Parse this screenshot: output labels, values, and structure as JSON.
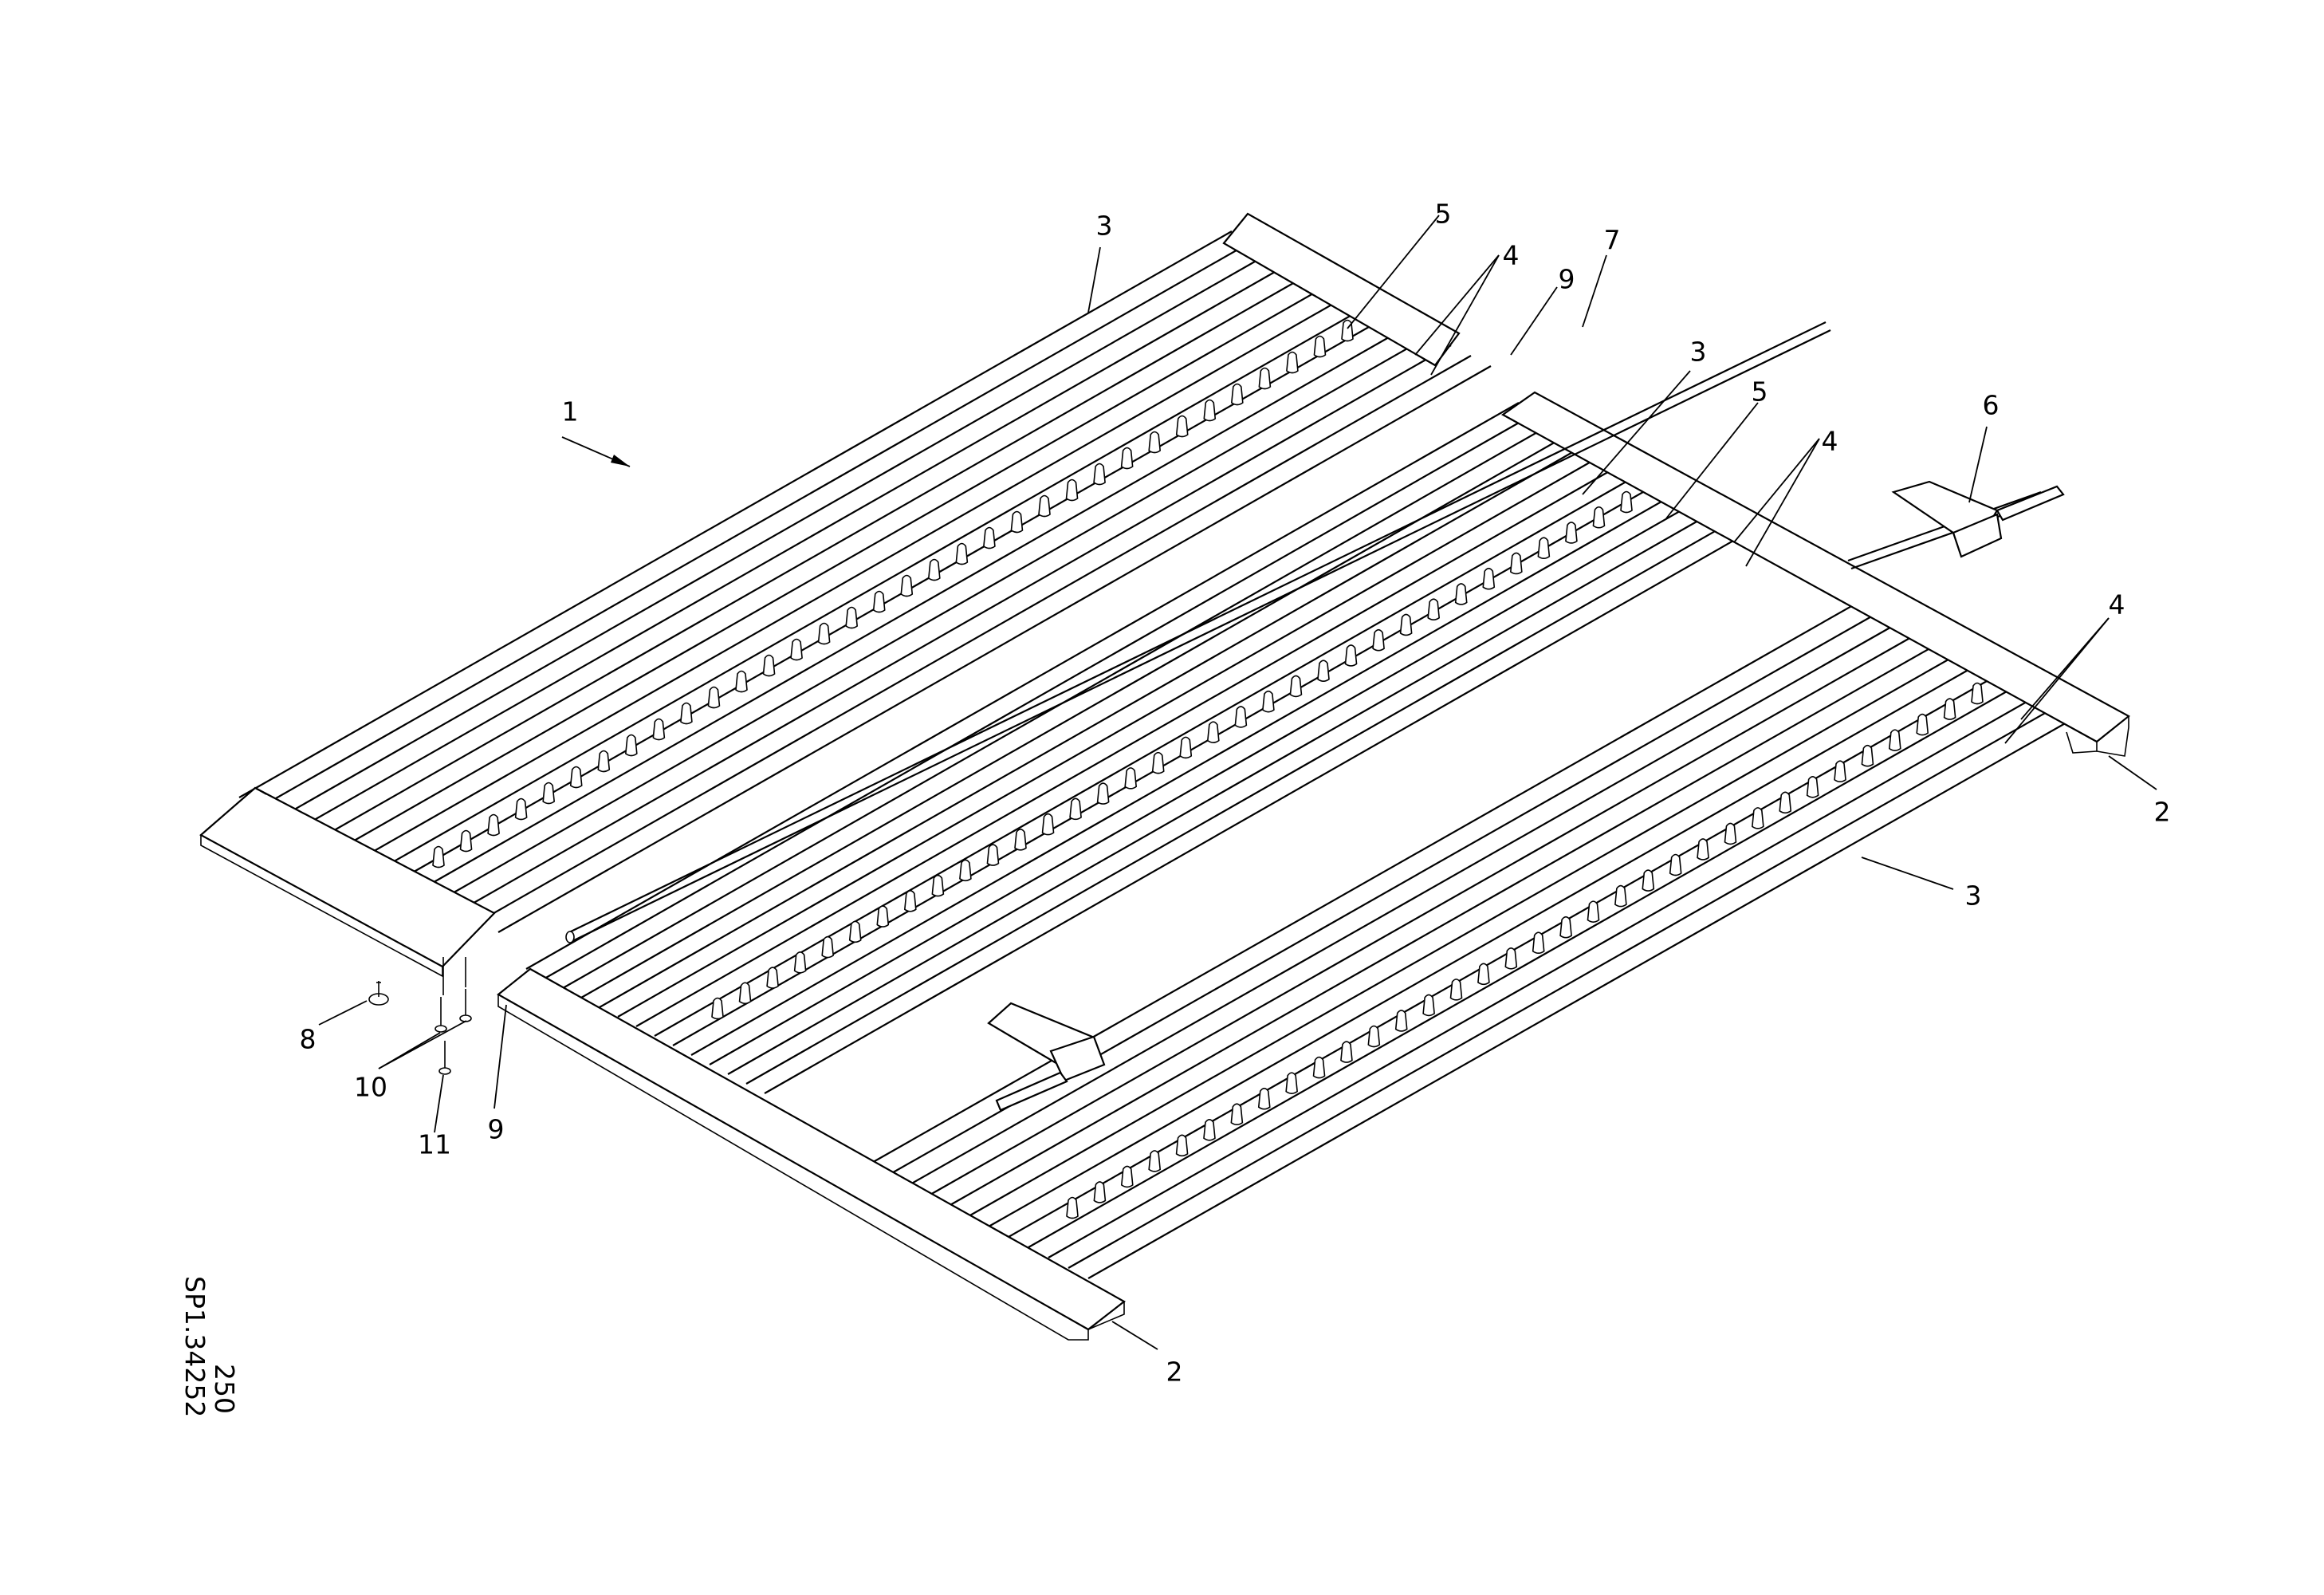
{
  "drawing": {
    "code_lines": [
      "250",
      "SP1.34252"
    ]
  },
  "callouts": [
    {
      "id": "c1",
      "label": "1"
    },
    {
      "id": "c2a",
      "label": "2"
    },
    {
      "id": "c2b",
      "label": "2"
    },
    {
      "id": "c3a",
      "label": "3"
    },
    {
      "id": "c3b",
      "label": "3"
    },
    {
      "id": "c3c",
      "label": "3"
    },
    {
      "id": "c4a",
      "label": "4"
    },
    {
      "id": "c4b",
      "label": "4"
    },
    {
      "id": "c4c",
      "label": "4"
    },
    {
      "id": "c5a",
      "label": "5"
    },
    {
      "id": "c5b",
      "label": "5"
    },
    {
      "id": "c6",
      "label": "6"
    },
    {
      "id": "c7",
      "label": "7"
    },
    {
      "id": "c8",
      "label": "8"
    },
    {
      "id": "c9a",
      "label": "9"
    },
    {
      "id": "c9b",
      "label": "9"
    },
    {
      "id": "c10",
      "label": "10"
    },
    {
      "id": "c11",
      "label": "11"
    }
  ]
}
